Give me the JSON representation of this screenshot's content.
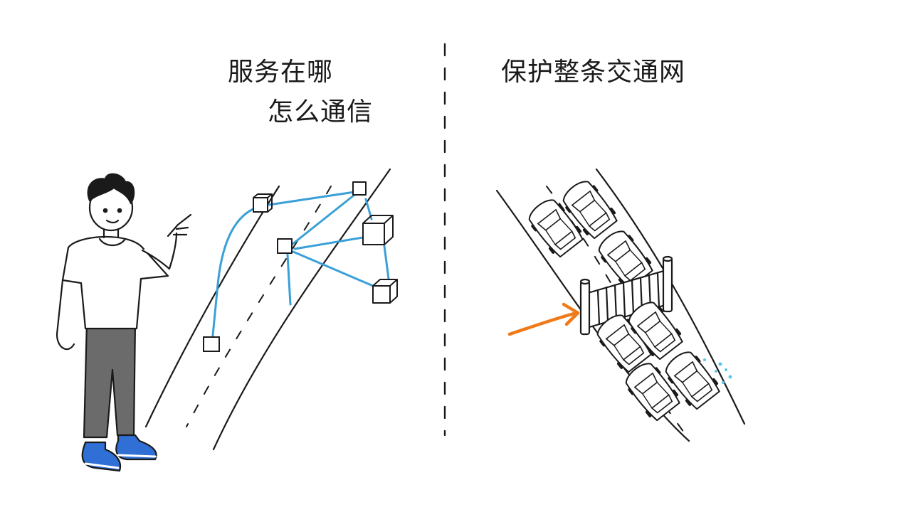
{
  "left_panel": {
    "caption_line_1": "服务在哪",
    "caption_line_2": "怎么通信"
  },
  "right_panel": {
    "caption": "保护整条交通网"
  },
  "colors": {
    "ink": "#1a1a1a",
    "network_blue": "#3aa0d8",
    "arrow_orange": "#f07a1a",
    "shoe_blue": "#2f6fd6",
    "pants_gray": "#6b6b6b",
    "sparkle_cyan": "#5fc4ea"
  },
  "icons": {
    "arrow": "arrow-icon",
    "gate": "gate-icon",
    "car": "car-icon",
    "service_node": "cube-icon"
  }
}
